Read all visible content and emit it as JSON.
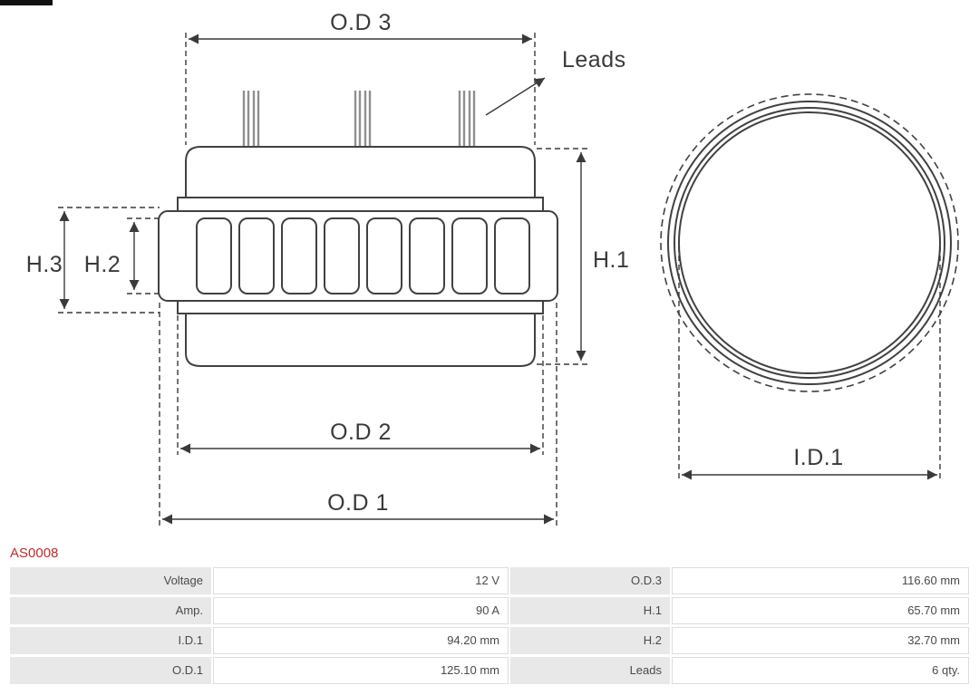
{
  "part_number": "AS0008",
  "colors": {
    "part_number_red": "#c22a29",
    "line_color": "#3a3a3a",
    "table_label_bg": "#e8e8e8"
  },
  "diagram": {
    "labels": {
      "od3": "O.D 3",
      "od2": "O.D 2",
      "od1": "O.D 1",
      "h1": "H.1",
      "h2": "H.2",
      "h3": "H.3",
      "leads": "Leads",
      "id1": "I.D.1"
    }
  },
  "table": {
    "rows": [
      [
        "Voltage",
        "12 V",
        "O.D.3",
        "116.60 mm"
      ],
      [
        "Amp.",
        "90 A",
        "H.1",
        "65.70 mm"
      ],
      [
        "I.D.1",
        "94.20 mm",
        "H.2",
        "32.70 mm"
      ],
      [
        "O.D.1",
        "125.10 mm",
        "Leads",
        "6 qty."
      ]
    ]
  }
}
